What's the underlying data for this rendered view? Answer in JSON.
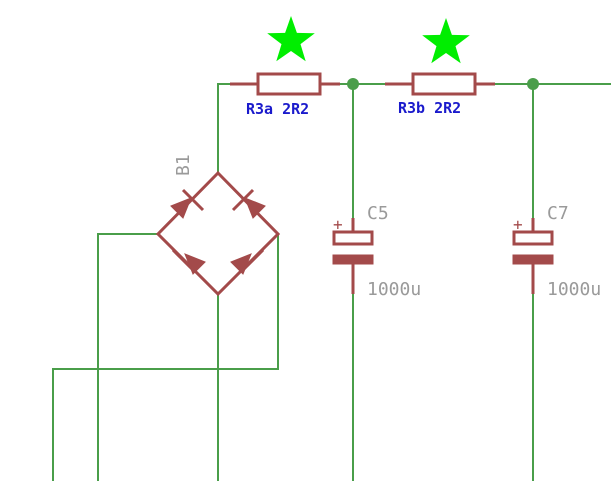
{
  "components": {
    "bridge": {
      "ref": "B1"
    },
    "r3a": {
      "ref": "R3a",
      "value": "2R2"
    },
    "r3b": {
      "ref": "R3b",
      "value": "2R2"
    },
    "c5": {
      "ref": "C5",
      "value": "1000u",
      "polarity": "+"
    },
    "c7": {
      "ref": "C7",
      "value": "1000u",
      "polarity": "+"
    }
  },
  "colors": {
    "wire": "#4a9e4a",
    "component": "#a34a4a",
    "resistor_label": "#1a1acc",
    "part_label": "#9a9a9a",
    "highlight_star": "#00ee00",
    "junction": "#4a9e4a"
  }
}
